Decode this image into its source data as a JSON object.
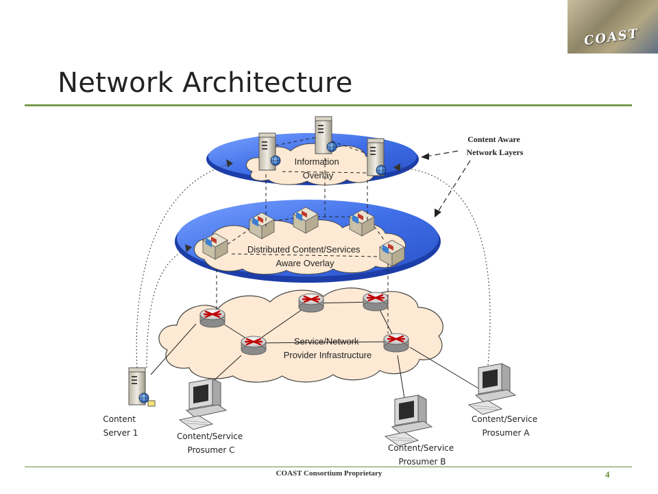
{
  "slide": {
    "title": "Network Architecture",
    "footer": "COAST Consortium Proprietary",
    "page_number": "4",
    "logo_text": "COAST"
  },
  "diagram": {
    "layers": {
      "information_overlay": [
        "Information",
        "Overlay"
      ],
      "content_overlay": [
        "Distributed Content/Services",
        "Aware Overlay"
      ],
      "infrastructure": [
        "Service/Network",
        "Provider Infrastructure"
      ]
    },
    "callout": [
      "Content Aware",
      "Network Layers"
    ],
    "endpoints": {
      "content_server": [
        "Content",
        "Server 1"
      ],
      "prosumer_a": [
        "Content/Service",
        "Prosumer A"
      ],
      "prosumer_b": [
        "Content/Service",
        "Prosumer B"
      ],
      "prosumer_c": [
        "Content/Service",
        "Prosumer C"
      ]
    }
  }
}
